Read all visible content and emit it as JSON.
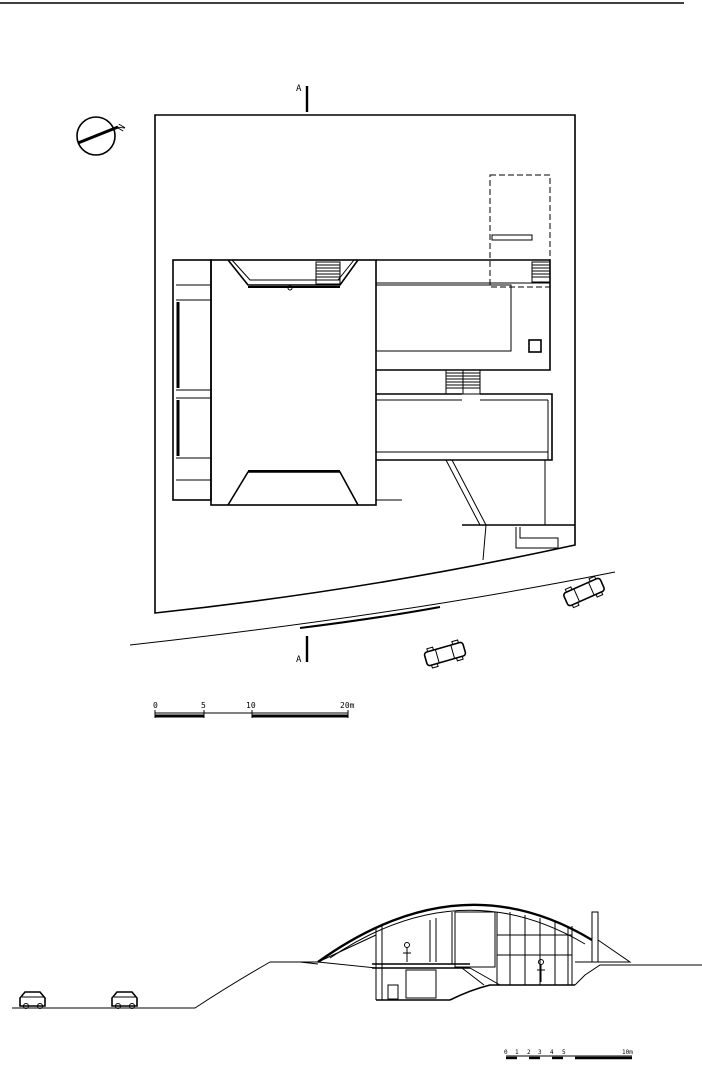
{
  "plan": {
    "section_marker_top": "A",
    "section_marker_bottom": "A",
    "north_label": "N",
    "scale_ticks": [
      "0",
      "5",
      "10",
      "20m"
    ]
  },
  "section": {
    "scale_ticks": [
      "0",
      "1",
      "2",
      "3",
      "4",
      "5",
      "10m"
    ]
  }
}
